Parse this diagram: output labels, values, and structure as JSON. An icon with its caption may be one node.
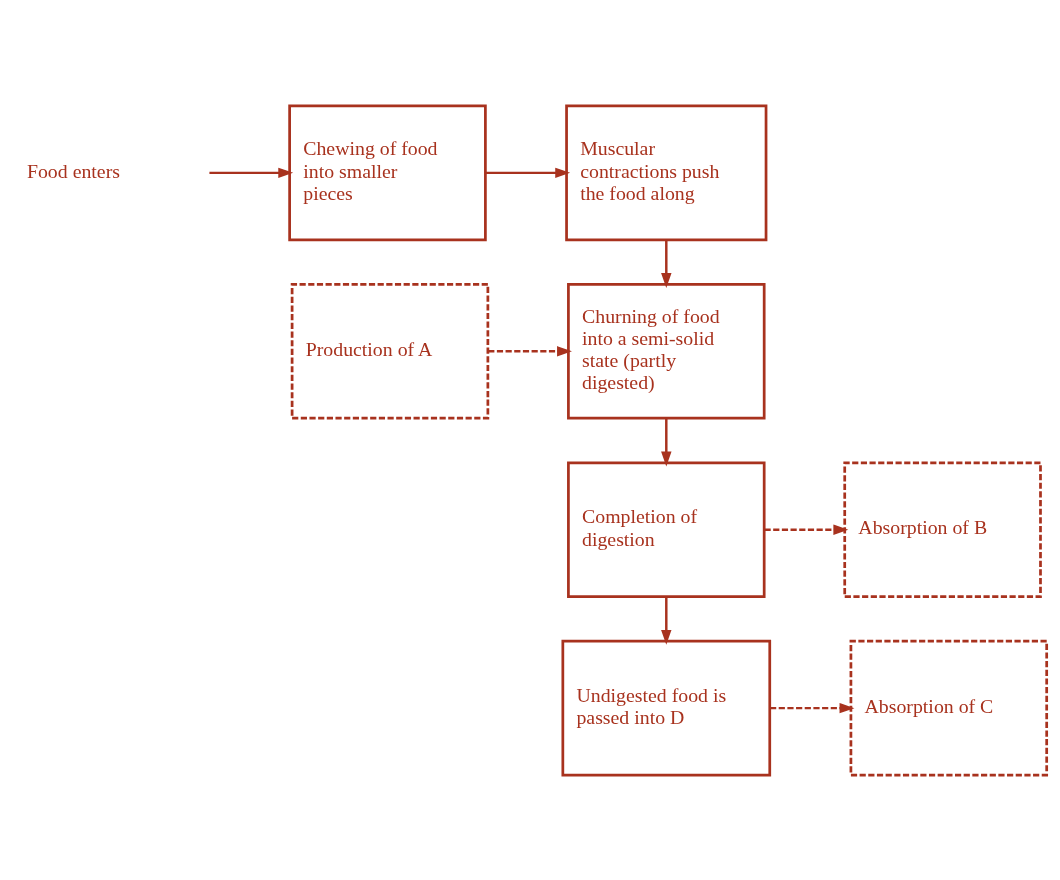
{
  "diagram": {
    "nodes": [
      {
        "text": [
          "Food enters"
        ]
      },
      {
        "text": [
          "Chewing of food into smaller pieces"
        ]
      },
      {
        "text": [
          "Muscular contractions push the food along"
        ]
      },
      {
        "text": [
          "Churning of food into a semi-solid state (partly digested)"
        ]
      },
      {
        "text": [
          "Production of A"
        ]
      },
      {
        "text": [
          "Completion of digestion"
        ]
      },
      {
        "text": [
          "Absorption of B"
        ]
      },
      {
        "text": [
          "Undigested food is passed into D"
        ]
      },
      {
        "text": [
          "Absorption of C"
        ]
      }
    ],
    "edges": [
      {
        "from": 0,
        "to": 1,
        "arrow": "to"
      },
      {
        "from": 1,
        "to": 2,
        "arrow": "to"
      },
      {
        "from": 2,
        "to": 3,
        "arrow": "to"
      },
      {
        "from": 4,
        "to": 3,
        "arrow": "to",
        "style": "dashed"
      },
      {
        "from": 3,
        "to": 5,
        "arrow": "to"
      },
      {
        "from": 5,
        "to": 6,
        "arrow": "to",
        "style": "dashed"
      },
      {
        "from": 5,
        "to": 7,
        "arrow": "to"
      },
      {
        "from": 7,
        "to": 8,
        "arrow": "to",
        "style": "dashed"
      }
    ]
  }
}
